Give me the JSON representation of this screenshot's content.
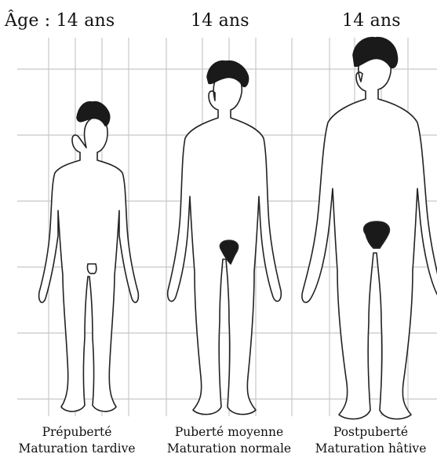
{
  "age_prefix": "Âge :",
  "figures": [
    {
      "age": "14 ans",
      "stage": "Prépuberté",
      "maturation": "Maturation tardive",
      "icon": "prepubertal-boy-figure"
    },
    {
      "age": "14 ans",
      "stage": "Puberté moyenne",
      "maturation": "Maturation normale",
      "icon": "midpuberty-boy-figure"
    },
    {
      "age": "14 ans",
      "stage": "Postpuberté",
      "maturation": "Maturation hâtive",
      "icon": "postpubertal-boy-figure"
    }
  ],
  "colors": {
    "grid": "#c8c8c8",
    "outline": "#222222",
    "hair": "#1a1a1a",
    "background": "#ffffff"
  }
}
